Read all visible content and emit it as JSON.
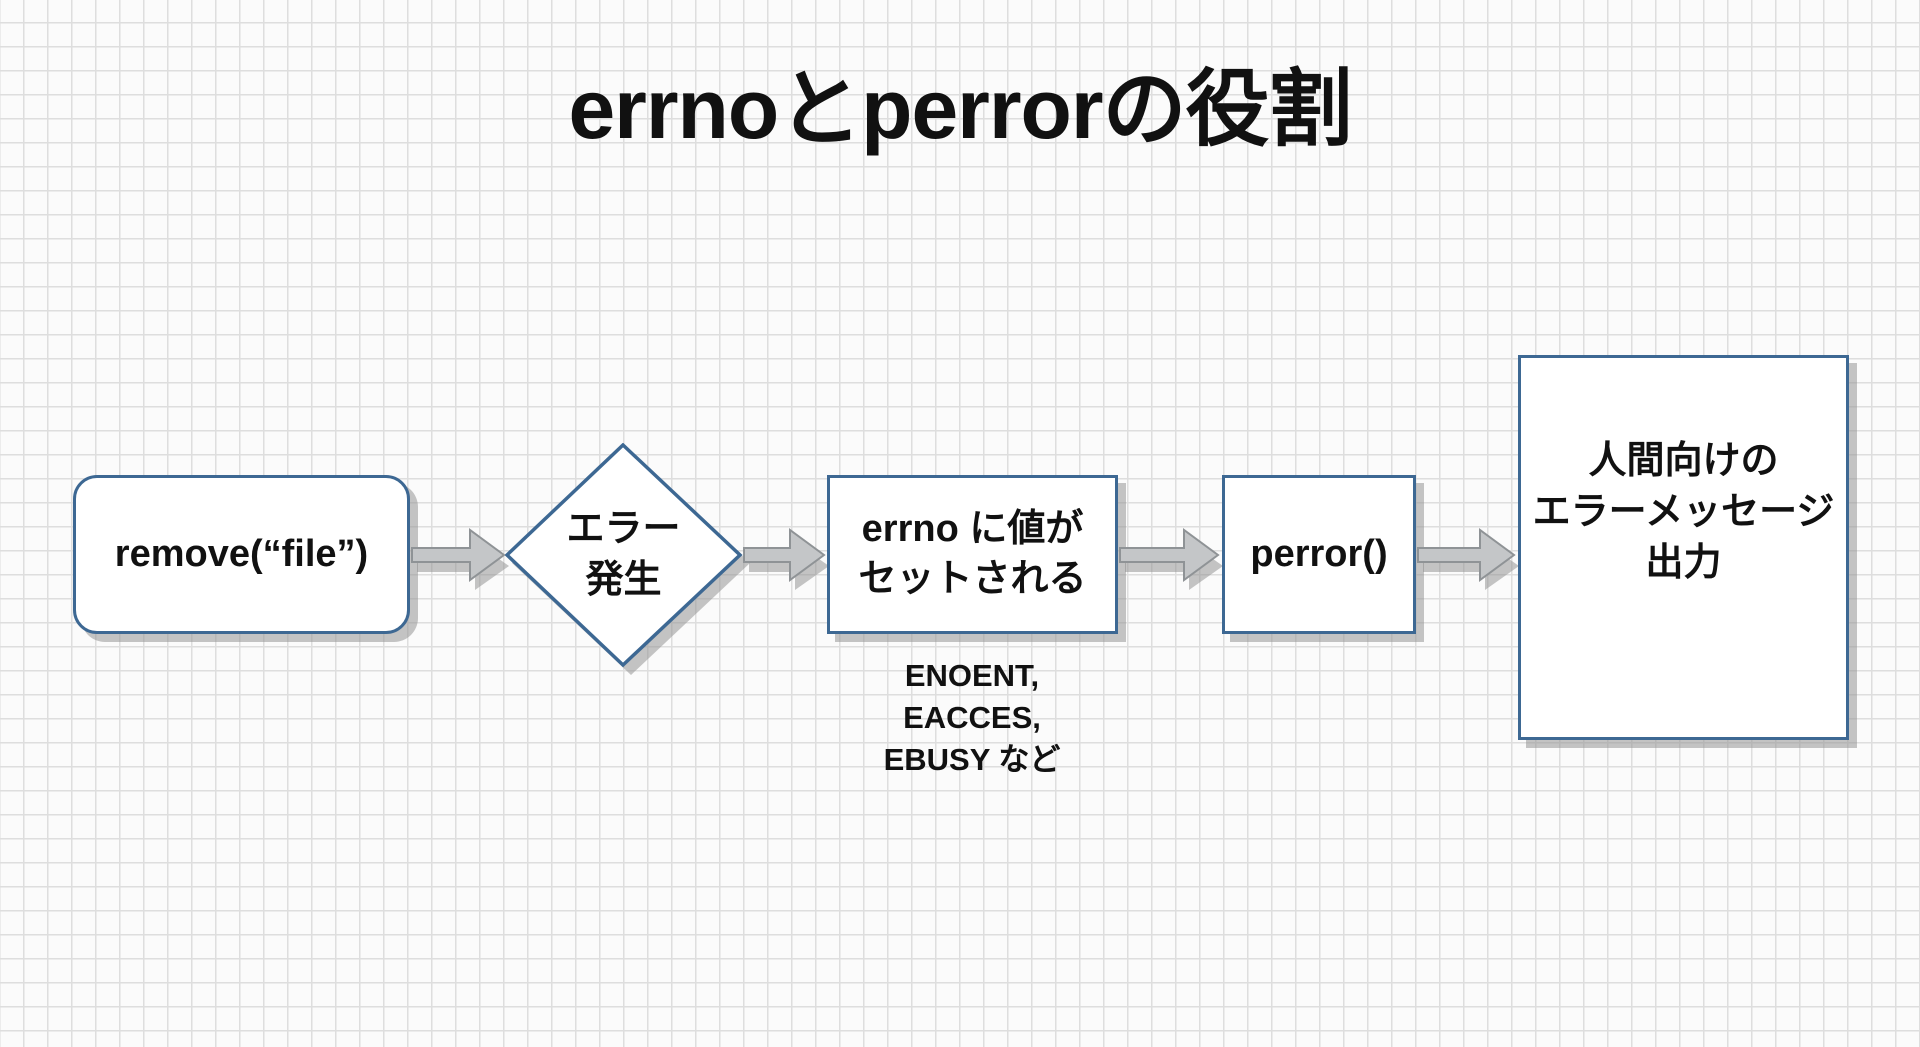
{
  "title": "errnoとperrorの役割",
  "nodes": {
    "remove": "remove(“file”)",
    "error_line1": "エラー",
    "error_line2": "発生",
    "errno_line1": "errno に値が",
    "errno_line2": "セットされる",
    "perror": "perror()",
    "output_line1": "人間向けの",
    "output_line2": "エラーメッセージ",
    "output_line3": "出力"
  },
  "note": {
    "line1": "ENOENT,",
    "line2": "EACCES,",
    "line3": "EBUSY など"
  },
  "colors": {
    "border": "#3d6893",
    "arrow": "#c4c6c8"
  }
}
